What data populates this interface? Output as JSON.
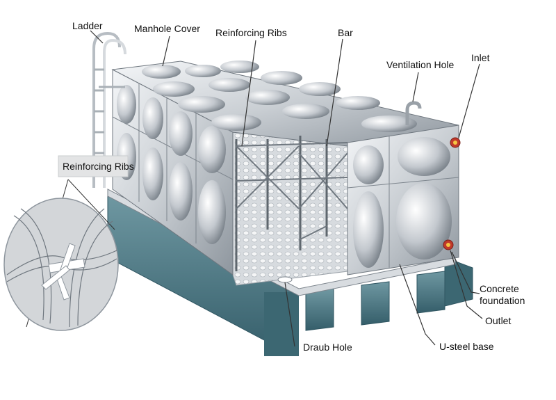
{
  "labels": {
    "ladder": "Ladder",
    "manhole_cover": "Manhole Cover",
    "reinforcing_ribs_top": "Reinforcing Ribs",
    "bar": "Bar",
    "ventilation_hole": "Ventilation Hole",
    "inlet": "Inlet",
    "reinforcing_ribs_detail": "Reinforcing Ribs",
    "concrete_foundation_line1": "Concrete",
    "concrete_foundation_line2": "foundation",
    "outlet": "Outlet",
    "draub_hole": "Draub Hole",
    "u_steel_base": "U-steel base"
  },
  "colors": {
    "steel_light": "#e6e9ec",
    "steel_mid": "#bcc2c8",
    "steel_dark": "#7d858d",
    "concrete": "#4f7b86",
    "concrete_dark": "#2f5561",
    "valve": "#c0392b"
  }
}
